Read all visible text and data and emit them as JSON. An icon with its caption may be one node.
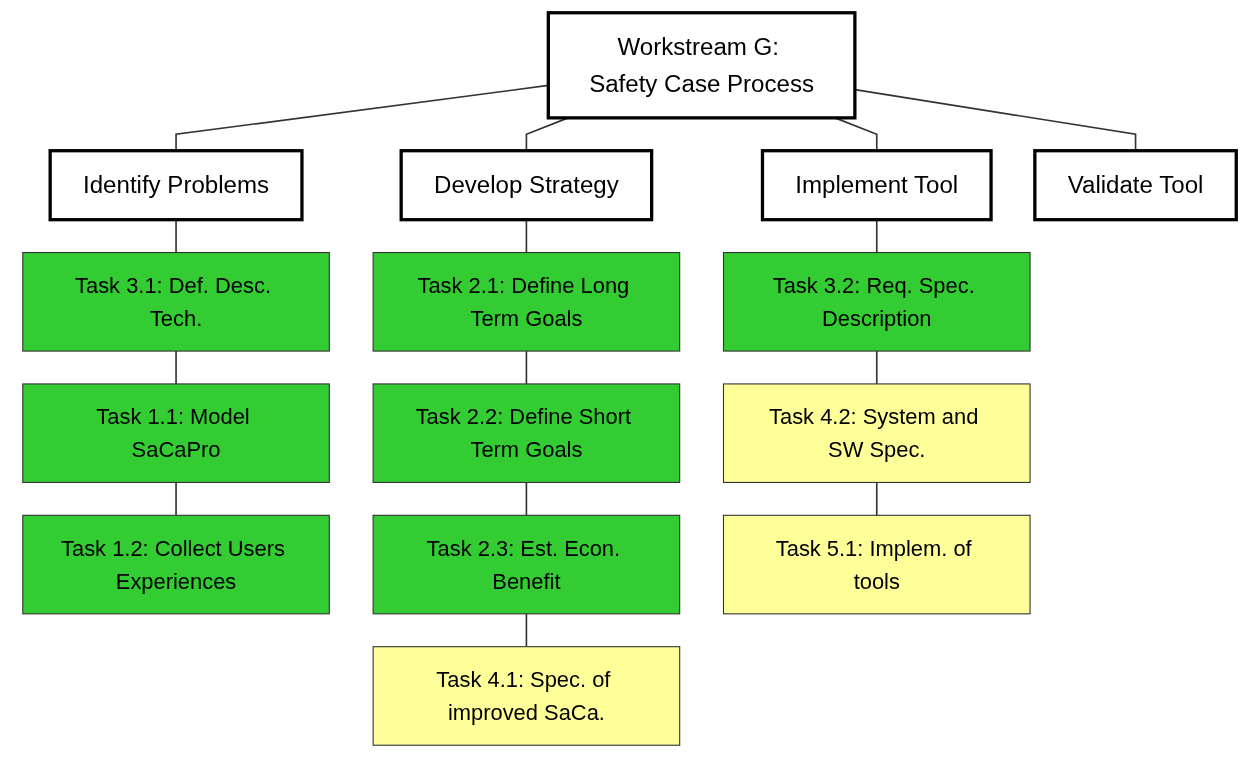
{
  "diagram": {
    "nodes": [
      {
        "text": [
          "Workstream G: Safety Case Process"
        ]
      },
      {
        "text": [
          "Identify Problems"
        ]
      },
      {
        "text": [
          "Develop Strategy"
        ]
      },
      {
        "text": [
          "Implement Tool"
        ]
      },
      {
        "text": [
          "Validate Tool"
        ]
      },
      {
        "text": [
          "Task 3.1: Def. Desc. Tech."
        ]
      },
      {
        "text": [
          "Task 1.1: Model SaCaPro"
        ]
      },
      {
        "text": [
          "Task 1.2: Collect Users Experiences"
        ]
      },
      {
        "text": [
          "Task 2.1: Define Long Term Goals"
        ]
      },
      {
        "text": [
          "Task 2.2: Define Short Term Goals"
        ]
      },
      {
        "text": [
          "Task 2.3: Est. Econ. Benefit"
        ]
      },
      {
        "text": [
          "Task 4.1: Spec. of improved SaCa."
        ]
      },
      {
        "text": [
          "Task 3.2: Req. Spec. Description"
        ]
      },
      {
        "text": [
          "Task 4.2: System and SW Spec."
        ]
      },
      {
        "text": [
          "Task 5.1: Implem. of tools"
        ]
      }
    ],
    "edges": [
      {
        "from": 0,
        "to": 1,
        "arrow": "none"
      },
      {
        "from": 0,
        "to": 2,
        "arrow": "none"
      },
      {
        "from": 0,
        "to": 3,
        "arrow": "none"
      },
      {
        "from": 0,
        "to": 4,
        "arrow": "none"
      },
      {
        "from": 1,
        "to": 5,
        "arrow": "none"
      },
      {
        "from": 5,
        "to": 6,
        "arrow": "none"
      },
      {
        "from": 6,
        "to": 7,
        "arrow": "none"
      },
      {
        "from": 2,
        "to": 8,
        "arrow": "none"
      },
      {
        "from": 8,
        "to": 9,
        "arrow": "none"
      },
      {
        "from": 9,
        "to": 10,
        "arrow": "none"
      },
      {
        "from": 10,
        "to": 11,
        "arrow": "none"
      },
      {
        "from": 3,
        "to": 12,
        "arrow": "none"
      },
      {
        "from": 12,
        "to": 13,
        "arrow": "none"
      },
      {
        "from": 13,
        "to": 14,
        "arrow": "none"
      }
    ]
  }
}
